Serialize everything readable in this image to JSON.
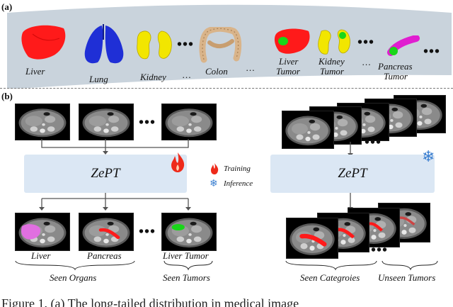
{
  "panel_a": {
    "label": "(a)",
    "items": [
      {
        "label": "Liver"
      },
      {
        "label": "Lung"
      },
      {
        "label": "Kidney"
      },
      {
        "label": "Colon"
      },
      {
        "label_line1": "Liver",
        "label_line2": "Tumor"
      },
      {
        "label_line1": "Kidney",
        "label_line2": "Tumor"
      },
      {
        "label_line1": "Pancreas",
        "label_line2": "Tumor"
      }
    ],
    "ellipsis_1": "…",
    "ellipsis_2": "…",
    "ellipsis_3": "…"
  },
  "panel_b": {
    "label": "(b)",
    "left": {
      "model": "ZePT",
      "outputs": [
        "Liver",
        "Pancreas",
        "Liver Tumor"
      ],
      "brace_left": "Seen Organs",
      "brace_right": "Seen Tumors"
    },
    "right": {
      "model": "ZePT",
      "brace_left": "Seen Categroies",
      "brace_right": "Unseen Tumors"
    },
    "legend": {
      "training": "Training",
      "inference": "Inference"
    }
  },
  "colors": {
    "band": "#c9d3dc",
    "model_box": "#dbe7f4",
    "liver": "#ff1a1a",
    "lung": "#1f2fd6",
    "kidney": "#f2e600",
    "colon": "#d9b48a",
    "tumor_green": "#19d619",
    "pancreas_tumor": "#e01ed0",
    "fire": "#ee2a1a",
    "snow": "#3b7fd0"
  },
  "caption_fragment": "Figure 1. (a) The long-tailed distribution in medical image"
}
